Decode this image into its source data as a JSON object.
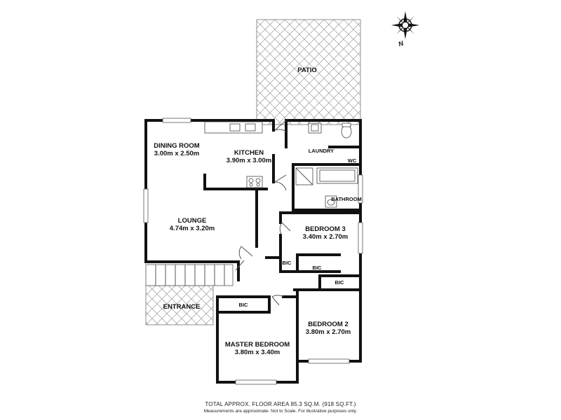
{
  "compass": {
    "north_label": "N",
    "icon": "compass-rose-icon"
  },
  "rooms": {
    "patio": {
      "name": "PATIO"
    },
    "dining": {
      "name": "DINING ROOM",
      "size": "3.00m x 2.50m"
    },
    "kitchen": {
      "name": "KITCHEN",
      "size": "3.90m x 3.00m"
    },
    "laundry": {
      "name": "LAUNDRY"
    },
    "wc": {
      "name": "WC"
    },
    "bathroom": {
      "name": "BATHROOM"
    },
    "lounge": {
      "name": "LOUNGE",
      "size": "4.74m x 3.20m"
    },
    "bedroom3": {
      "name": "BEDROOM 3",
      "size": "3.40m x 2.70m"
    },
    "bic1": {
      "name": "BIC"
    },
    "bic2": {
      "name": "BIC"
    },
    "bic3": {
      "name": "BIC"
    },
    "bic4": {
      "name": "BIC"
    },
    "entrance": {
      "name": "ENTRANCE"
    },
    "bedroom2": {
      "name": "BEDROOM 2",
      "size": "3.80m x 2.70m"
    },
    "master": {
      "name": "MASTER BEDROOM",
      "size": "3.80m x 3.40m"
    }
  },
  "footer": {
    "area": "TOTAL APPROX. FLOOR AREA 85.3 SQ.M. (918 SQ.FT.)",
    "disclaimer": "Measurements are approximate. Not to Scale. For illustrative purposes only."
  },
  "colors": {
    "wall": "#111111",
    "hatch": "#9a9a9a",
    "background": "#ffffff"
  }
}
